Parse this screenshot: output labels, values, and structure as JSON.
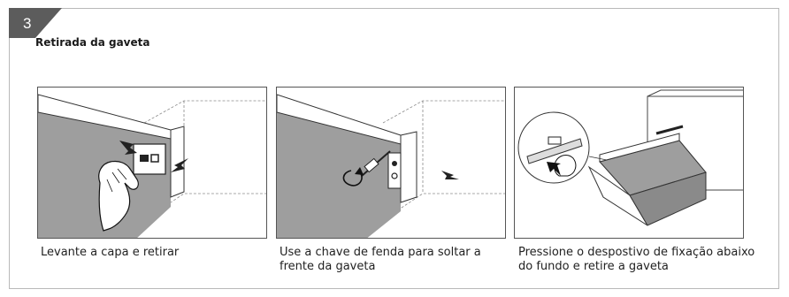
{
  "step": {
    "number": "3"
  },
  "section": {
    "title": "Retirada da gaveta"
  },
  "steps": [
    {
      "caption_lines": [
        "Levante a capa e retirar"
      ]
    },
    {
      "caption_lines": [
        "Use a chave de fenda para soltar a",
        "frente da gaveta"
      ]
    },
    {
      "caption_lines": [
        "Pressione o despostivo de fixação abaixo",
        "do fundo e retire a gaveta"
      ]
    }
  ],
  "colors": {
    "badge": "#5c5c5c",
    "drawer_bottom": "#9e9e9e",
    "drawer_front": "#8a8a8a",
    "frame_border": "#b9b9b9"
  }
}
